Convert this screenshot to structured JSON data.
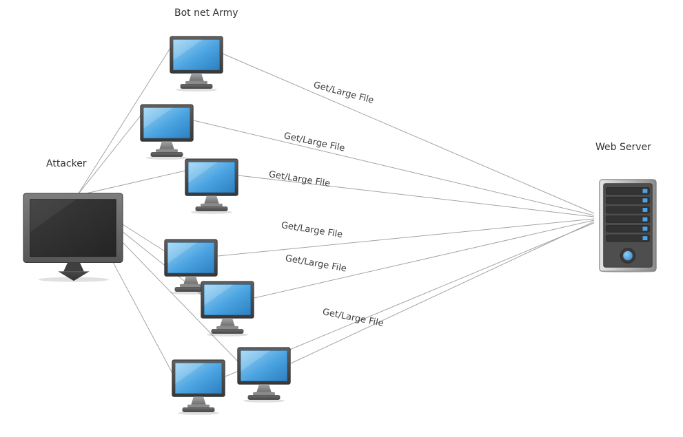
{
  "diagram": {
    "botnet_label": "Bot net Army",
    "attacker_label": "Attacker",
    "webserver_label": "Web Server",
    "edge_labels": [
      "Get/Large File",
      "Get/Large File",
      "Get/Large File",
      "Get/Large File",
      "Get/Large File",
      "Get/Large File"
    ],
    "colors": {
      "line": "#a3a3a3",
      "screen_blue": "#3e97dd",
      "led_blue": "#4aa3e8",
      "text": "#3c3c3c"
    }
  }
}
